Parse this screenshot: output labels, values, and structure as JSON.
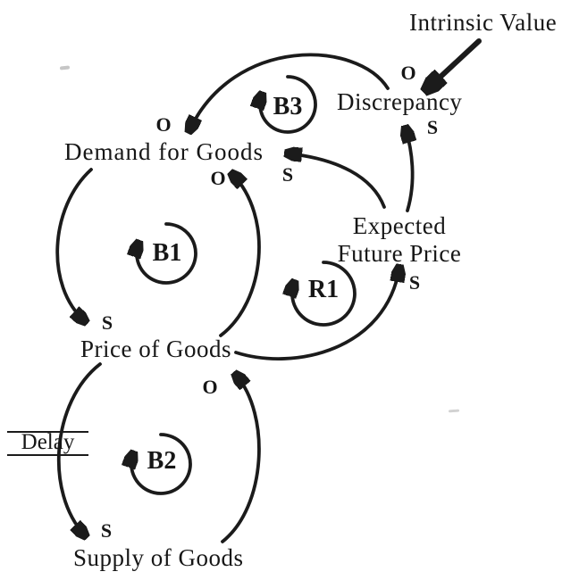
{
  "diagram": {
    "kind": "causal-loop-diagram",
    "ink_color": "#1b1b1b",
    "background_color": "#ffffff",
    "nodes": {
      "intrinsic_value": "Intrinsic Value",
      "discrepancy": "Discrepancy",
      "demand_for_goods": "Demand for Goods",
      "expected_future_price_line1": "Expected",
      "expected_future_price_line2": "Future Price",
      "price_of_goods": "Price of Goods",
      "supply_of_goods": "Supply of Goods"
    },
    "loop_labels": {
      "b1": "B1",
      "b2": "B2",
      "b3": "B3",
      "r1": "R1"
    },
    "delay_label": "Delay",
    "polarities": {
      "intrinsic_to_discrepancy": "O",
      "expected_to_discrepancy": "S",
      "discrepancy_to_demand": "O",
      "expected_to_demand": "S",
      "demand_to_price": "S",
      "price_to_demand": "O",
      "price_to_supply": "S",
      "supply_to_price": "O",
      "price_to_expected": "S"
    },
    "edges": [
      {
        "from": "Intrinsic Value",
        "to": "Discrepancy",
        "polarity": "O"
      },
      {
        "from": "Expected Future Price",
        "to": "Discrepancy",
        "polarity": "S"
      },
      {
        "from": "Discrepancy",
        "to": "Demand for Goods",
        "polarity": "O"
      },
      {
        "from": "Expected Future Price",
        "to": "Demand for Goods",
        "polarity": "S"
      },
      {
        "from": "Demand for Goods",
        "to": "Price of Goods",
        "polarity": "S"
      },
      {
        "from": "Price of Goods",
        "to": "Demand for Goods",
        "polarity": "O"
      },
      {
        "from": "Price of Goods",
        "to": "Supply of Goods",
        "polarity": "S",
        "delay_marked": true
      },
      {
        "from": "Supply of Goods",
        "to": "Price of Goods",
        "polarity": "O"
      },
      {
        "from": "Price of Goods",
        "to": "Expected Future Price",
        "polarity": "S"
      }
    ]
  }
}
